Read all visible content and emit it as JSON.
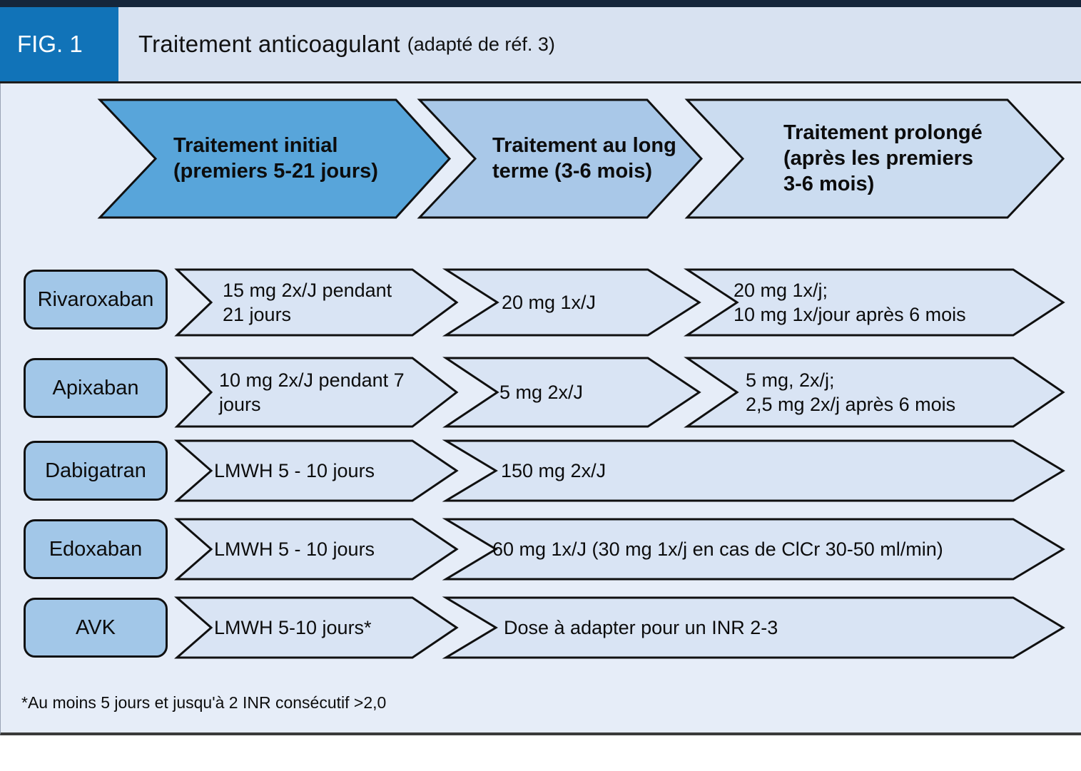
{
  "figure": {
    "tag": "FIG. 1",
    "title": "Traitement anticoagulant",
    "title_suffix": "(adapté de réf. 3)"
  },
  "colors": {
    "top_bar": "#15263B",
    "fig_tag_bg": "#1173B8",
    "header_band_bg": "#D8E2F1",
    "body_bg": "#E6EDF8",
    "phase_initial": "#58A5DA",
    "phase_long_term": "#A9C8E8",
    "phase_extended": "#CBDCF0",
    "drug_chip": "#A2C7E8",
    "dose_segment": "#D9E4F4",
    "outline": "#101010"
  },
  "phases": [
    {
      "label": "Traitement initial\n(premiers 5-21 jours)"
    },
    {
      "label": "Traitement au long\nterme (3-6 mois)"
    },
    {
      "label": "Traitement prolongé\n(après les premiers\n3-6 mois)"
    }
  ],
  "rows": [
    {
      "drug": "Rivaroxaban",
      "segments": [
        "15 mg 2x/J pendant\n21 jours",
        "20 mg 1x/J",
        "20 mg 1x/j;\n10 mg 1x/jour après 6 mois"
      ]
    },
    {
      "drug": "Apixaban",
      "segments": [
        "10 mg 2x/J pendant 7\njours",
        "5 mg 2x/J",
        "5 mg, 2x/j;\n2,5 mg 2x/j après 6 mois"
      ]
    },
    {
      "drug": "Dabigatran",
      "segments": [
        "LMWH 5 - 10 jours",
        "150 mg 2x/J"
      ]
    },
    {
      "drug": "Edoxaban",
      "segments": [
        "LMWH 5 - 10 jours",
        "60 mg 1x/J (30 mg 1x/j en cas de ClCr 30-50 ml/min)"
      ]
    },
    {
      "drug": "AVK",
      "segments": [
        "LMWH 5-10 jours*",
        "Dose à adapter pour un INR 2-3"
      ]
    }
  ],
  "footnote": "*Au moins 5 jours et jusqu'à 2 INR consécutif >2,0"
}
